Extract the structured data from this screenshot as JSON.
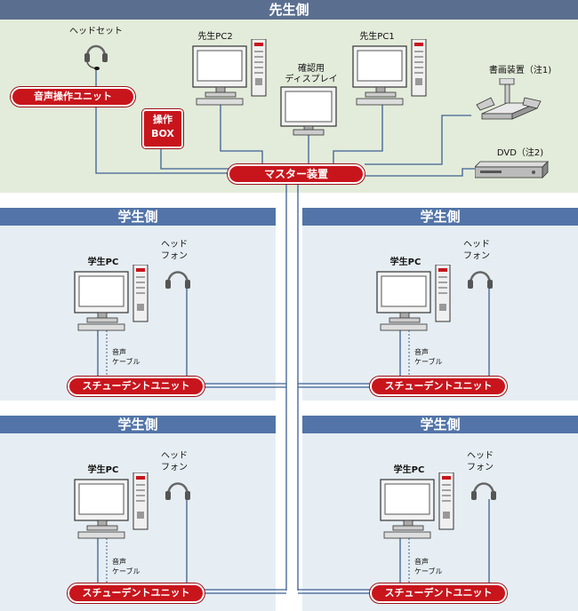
{
  "teacher": {
    "header": "先生側",
    "headset": "ヘッドセット",
    "voice_unit": "音声操作ユニット",
    "operation_box": [
      "操作",
      "BOX"
    ],
    "pc2": "先生PC2",
    "pc1": "先生PC1",
    "monitor_label": [
      "確認用",
      "ディスプレイ"
    ],
    "document_camera": "書画装置（注1)",
    "dvd": "DVD（注2)",
    "master": "マスター装置"
  },
  "students": [
    {
      "header": "学生側",
      "pc": "学生PC",
      "headphone": [
        "ヘッド",
        "フォン"
      ],
      "cable": [
        "音声",
        "ケーブル"
      ],
      "unit": "スチューデントユニット"
    },
    {
      "header": "学生側",
      "pc": "学生PC",
      "headphone": [
        "ヘッド",
        "フォン"
      ],
      "cable": [
        "音声",
        "ケーブル"
      ],
      "unit": "スチューデントユニット"
    },
    {
      "header": "学生側",
      "pc": "学生PC",
      "headphone": [
        "ヘッド",
        "フォン"
      ],
      "cable": [
        "音声",
        "ケーブル"
      ],
      "unit": "スチューデントユニット"
    },
    {
      "header": "学生側",
      "pc": "学生PC",
      "headphone": [
        "ヘッド",
        "フォン"
      ],
      "cable": [
        "音声",
        "ケーブル"
      ],
      "unit": "スチューデントユニット"
    }
  ],
  "colors": {
    "header_bg": "#5274a8",
    "teacher_panel": "#e3ecda",
    "student_panel": "#e6eef3",
    "accent_red": "#c8151c",
    "line_blue": "#3d5f94"
  }
}
